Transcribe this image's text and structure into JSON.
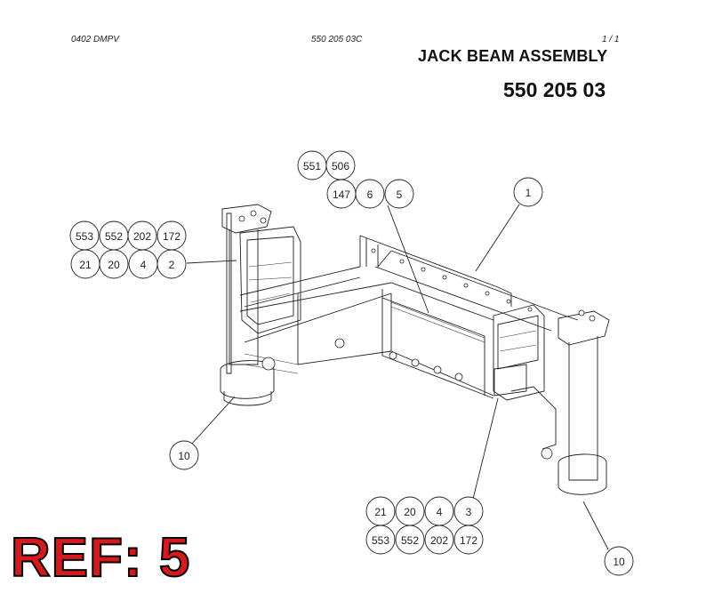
{
  "header": {
    "left_code": "0402 DMPV",
    "drawing_code": "550 205 03C",
    "page": "1 /   1"
  },
  "title": "JACK BEAM ASSEMBLY",
  "part_number": "550 205 03",
  "ref_label": "REF: 5",
  "callouts": {
    "top": [
      "551",
      "506",
      "147",
      "6",
      "5",
      "1"
    ],
    "left": [
      "553",
      "552",
      "202",
      "172",
      "21",
      "20",
      "4",
      "2"
    ],
    "bottom_right": [
      "21",
      "20",
      "4",
      "3",
      "553",
      "552",
      "202",
      "172"
    ],
    "foot_left": "10",
    "foot_right": "10"
  }
}
